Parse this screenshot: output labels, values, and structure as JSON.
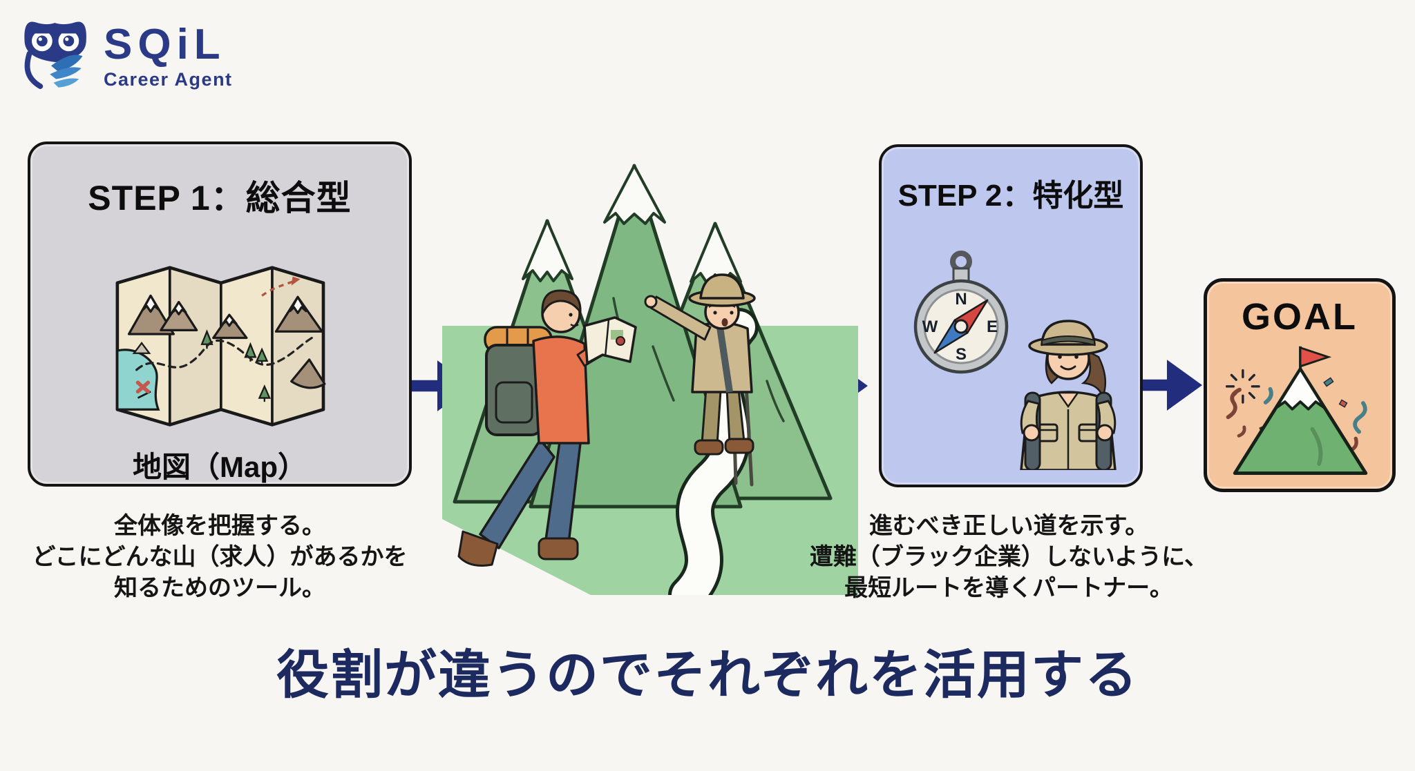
{
  "logo": {
    "brand": "SQiL",
    "tagline": "Career Agent"
  },
  "step1": {
    "title": "STEP 1：総合型",
    "map_label": "地図（Map）",
    "description_lines": [
      "全体像を把握する。",
      "どこにどんな山（求人）があるかを",
      "知るためのツール。"
    ]
  },
  "step2": {
    "title": "STEP 2：特化型",
    "compass": {
      "north": "N",
      "east": "E",
      "south": "S",
      "west": "W"
    },
    "description_lines": [
      "進むべき正しい道を示す。",
      "遭難（ブラック企業）しないように、",
      "最短ルートを導くパートナー。"
    ]
  },
  "goal": {
    "title": "GOAL"
  },
  "headline": "役割が違うのでそれぞれを活用する",
  "icons": {
    "owl_logo": "owl-mascot",
    "map": "folded-trail-map",
    "flow_arrow": "right-block-arrow",
    "scene": "hikers-and-mountains",
    "compass": "compass-rose",
    "guide": "female-mountain-guide",
    "goal": "summit-flag-with-confetti"
  },
  "colors": {
    "page_bg": "#f7f6f2",
    "card_step1_bg": "#d5d3d7",
    "card_step2_bg": "#bec7ee",
    "card_goal_bg": "#f4c49c",
    "card_border": "#141414",
    "arrow_navy": "#222d7d",
    "headline_navy": "#1d2a60",
    "brand_navy": "#2b3a86",
    "field_green": "#9fd3a2",
    "text_black": "#121212"
  }
}
